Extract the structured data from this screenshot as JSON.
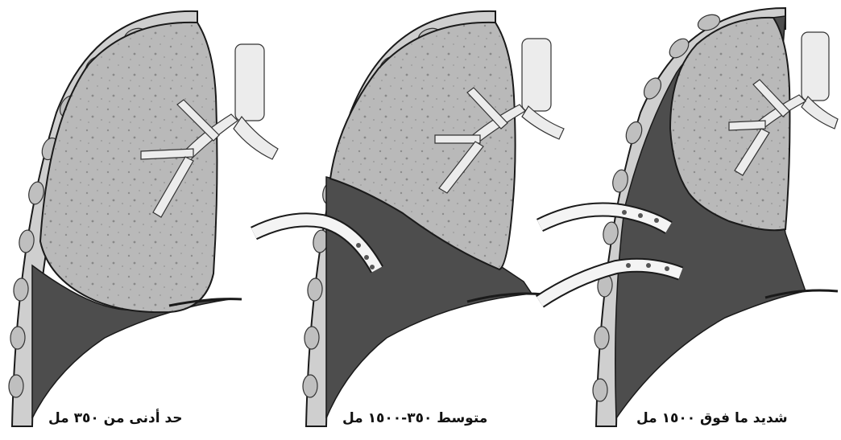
{
  "panels": [
    {
      "caption": "حد أدنى من ٣٥٠ مل",
      "severity": "minimal",
      "chest_tubes": 0
    },
    {
      "caption": "متوسط ٣٥٠-١٥٠٠ مل",
      "severity": "moderate",
      "chest_tubes": 1
    },
    {
      "caption": "شديد ما فوق ١٥٠٠ مل",
      "severity": "severe",
      "chest_tubes": 2
    }
  ],
  "colors": {
    "lung": "#b9b9b9",
    "fluid": "#4d4d4d",
    "outline": "#1a1a1a",
    "rib": "#bfbfbf",
    "airway": "#ececec",
    "tube": "#f4f4f4"
  }
}
